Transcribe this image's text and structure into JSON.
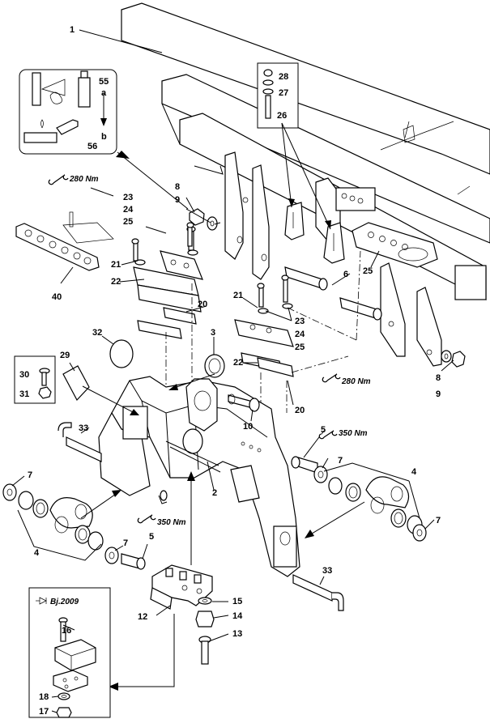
{
  "callouts": [
    {
      "id": "c1",
      "text": "1"
    },
    {
      "id": "c2",
      "text": "2"
    },
    {
      "id": "c3",
      "text": "3"
    },
    {
      "id": "c4a",
      "text": "4"
    },
    {
      "id": "c4b",
      "text": "4"
    },
    {
      "id": "c5a",
      "text": "5"
    },
    {
      "id": "c5b",
      "text": "5"
    },
    {
      "id": "c6",
      "text": "6"
    },
    {
      "id": "c7a",
      "text": "7"
    },
    {
      "id": "c7b",
      "text": "7"
    },
    {
      "id": "c7c",
      "text": "7"
    },
    {
      "id": "c7d",
      "text": "7"
    },
    {
      "id": "c8a",
      "text": "8"
    },
    {
      "id": "c8b",
      "text": "8"
    },
    {
      "id": "c9a",
      "text": "9"
    },
    {
      "id": "c9b",
      "text": "9"
    },
    {
      "id": "c10",
      "text": "10"
    },
    {
      "id": "c12",
      "text": "12"
    },
    {
      "id": "c13",
      "text": "13"
    },
    {
      "id": "c14",
      "text": "14"
    },
    {
      "id": "c15",
      "text": "15"
    },
    {
      "id": "c16",
      "text": "16"
    },
    {
      "id": "c17",
      "text": "17"
    },
    {
      "id": "c18",
      "text": "18"
    },
    {
      "id": "c20a",
      "text": "20"
    },
    {
      "id": "c20b",
      "text": "20"
    },
    {
      "id": "c21a",
      "text": "21"
    },
    {
      "id": "c21b",
      "text": "21"
    },
    {
      "id": "c22a",
      "text": "22"
    },
    {
      "id": "c22b",
      "text": "22"
    },
    {
      "id": "c23a",
      "text": "23"
    },
    {
      "id": "c23b",
      "text": "23"
    },
    {
      "id": "c24a",
      "text": "24"
    },
    {
      "id": "c24b",
      "text": "24"
    },
    {
      "id": "c25a",
      "text": "25"
    },
    {
      "id": "c25b",
      "text": "25"
    },
    {
      "id": "c25c",
      "text": "25"
    },
    {
      "id": "c26",
      "text": "26"
    },
    {
      "id": "c27",
      "text": "27"
    },
    {
      "id": "c28",
      "text": "28"
    },
    {
      "id": "c29",
      "text": "29"
    },
    {
      "id": "c30",
      "text": "30"
    },
    {
      "id": "c31",
      "text": "31"
    },
    {
      "id": "c32",
      "text": "32"
    },
    {
      "id": "c33a",
      "text": "33"
    },
    {
      "id": "c33b",
      "text": "33"
    },
    {
      "id": "c40",
      "text": "40"
    },
    {
      "id": "c55",
      "text": "55"
    },
    {
      "id": "c56",
      "text": "56"
    },
    {
      "id": "ca",
      "text": "a"
    },
    {
      "id": "cb",
      "text": "b"
    }
  ],
  "torque_labels": [
    {
      "id": "t1",
      "text": "280 Nm"
    },
    {
      "id": "t2",
      "text": "280 Nm"
    },
    {
      "id": "t3",
      "text": "350 Nm"
    },
    {
      "id": "t4",
      "text": "350 Nm"
    }
  ],
  "inset_label": "Bj.2009"
}
